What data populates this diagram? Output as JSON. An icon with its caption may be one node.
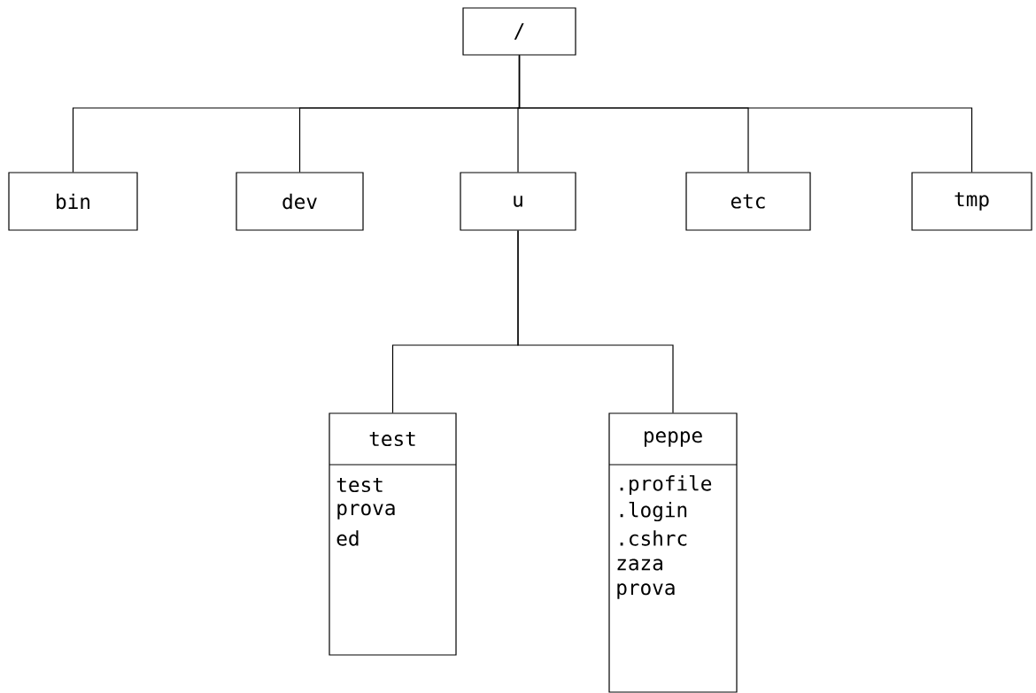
{
  "diagram": {
    "nodes": [
      {
        "text": [
          "/"
        ]
      },
      {
        "text": [
          "bin"
        ]
      },
      {
        "text": [
          "dev"
        ]
      },
      {
        "text": [
          "u"
        ]
      },
      {
        "text": [
          "etc"
        ]
      },
      {
        "text": [
          "tmp"
        ]
      },
      {
        "text": [
          "test",
          "test",
          "prova",
          "ed"
        ]
      },
      {
        "text": [
          "peppe",
          ".profile",
          ".login",
          ".cshrc",
          "zaza",
          "prova"
        ]
      }
    ],
    "edges": [
      {
        "from": 0,
        "to": 1,
        "arrow": "none"
      },
      {
        "from": 0,
        "to": 2,
        "arrow": "none"
      },
      {
        "from": 0,
        "to": 3,
        "arrow": "none"
      },
      {
        "from": 0,
        "to": 4,
        "arrow": "none"
      },
      {
        "from": 0,
        "to": 5,
        "arrow": "none"
      },
      {
        "from": 3,
        "to": 6,
        "arrow": "none"
      },
      {
        "from": 3,
        "to": 7,
        "arrow": "none"
      }
    ]
  }
}
